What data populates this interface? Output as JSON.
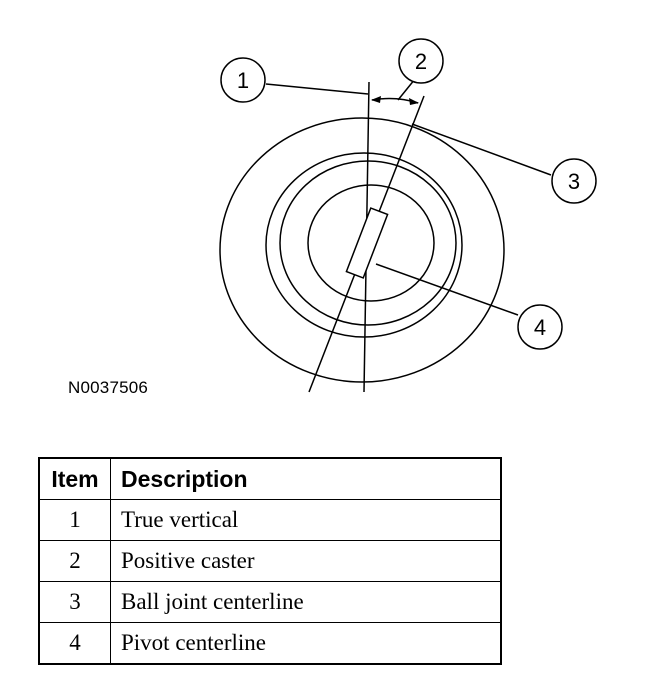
{
  "figure_code": "N0037506",
  "callouts": [
    "1",
    "2",
    "3",
    "4"
  ],
  "legend": {
    "headers": {
      "item": "Item",
      "description": "Description"
    },
    "rows": [
      {
        "item": "1",
        "description": "True vertical"
      },
      {
        "item": "2",
        "description": "Positive caster"
      },
      {
        "item": "3",
        "description": "Ball joint centerline"
      },
      {
        "item": "4",
        "description": "Pivot centerline"
      }
    ]
  }
}
